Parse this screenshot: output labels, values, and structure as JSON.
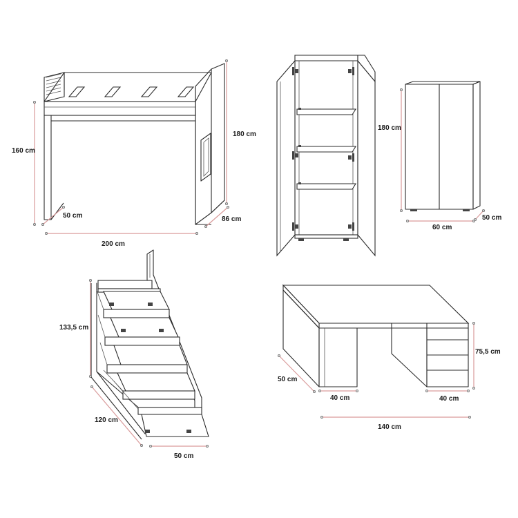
{
  "colors": {
    "line": "#2b2b2b",
    "dimension": "#d99a9a",
    "ink": "#1a1a1a"
  },
  "loft_bed": {
    "height": "160 cm",
    "total_height": "180 cm",
    "width": "200 cm",
    "depth": "86 cm",
    "rail_depth": "50 cm"
  },
  "wardrobe_open": {},
  "wardrobe_closed": {
    "height": "180 cm",
    "width": "60 cm",
    "depth": "50 cm"
  },
  "stairs": {
    "height": "133,5 cm",
    "length": "120 cm",
    "width": "50 cm"
  },
  "desk": {
    "height": "75,5 cm",
    "depth": "50 cm",
    "left_cabinet": "40 cm",
    "right_cabinet": "40 cm",
    "width": "140 cm"
  }
}
